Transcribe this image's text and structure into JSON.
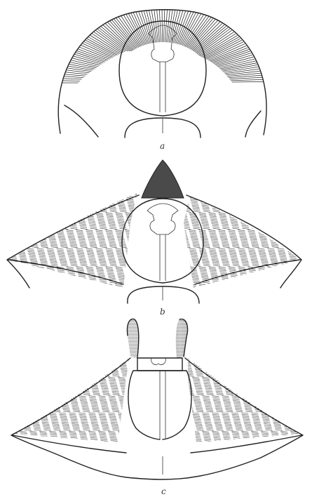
{
  "figures": [
    {
      "id": "a",
      "label": "a"
    },
    {
      "id": "b",
      "label": "b"
    },
    {
      "id": "c",
      "label": "c"
    }
  ],
  "colors": {
    "ink": "#222222",
    "paper": "#ffffff"
  }
}
